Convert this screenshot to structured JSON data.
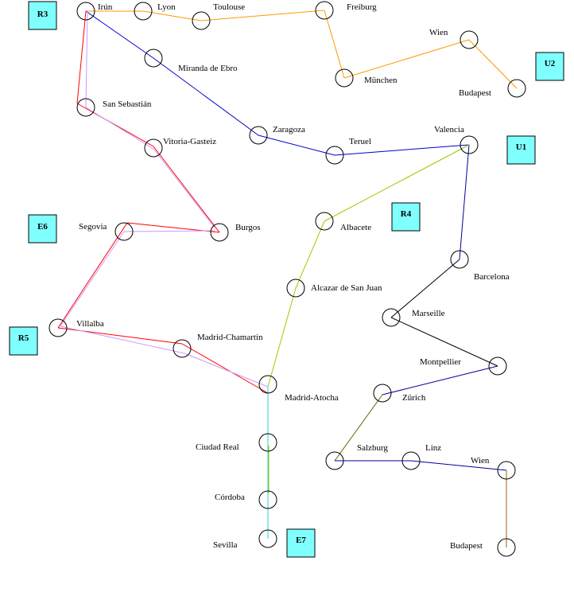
{
  "stations": {
    "irun": "Irún",
    "lyon": "Lyon",
    "toulouse": "Toulouse",
    "freiburg": "Freiburg",
    "wien_u2": "Wien",
    "munchen": "München",
    "budapest_u2": "Budapest",
    "miranda": "Miranda de Ebro",
    "sansebastian": "San Sebastián",
    "vitoria": "Vitoria-Gasteiz",
    "zaragoza": "Zaragoza",
    "teruel": "Teruel",
    "valencia": "Valencia",
    "segovia": "Segovia",
    "burgos": "Burgos",
    "albacete": "Albacete",
    "alcazar": "Alcazar de San Juan",
    "barcelona": "Barcelona",
    "marseille": "Marseille",
    "villalba": "Villalba",
    "chamartin": "Madrid-Chamartín",
    "montpellier": "Montpellier",
    "atocha": "Madrid-Atocha",
    "zurich": "Zürich",
    "ciudadreal": "Ciudad Real",
    "salzburg": "Salzburg",
    "linz": "Linz",
    "wien_u1": "Wien",
    "cordoba": "Córdoba",
    "sevilla": "Sevilla",
    "budapest_u1": "Budapest"
  },
  "routes": {
    "R3": "R3",
    "U2": "U2",
    "U1": "U1",
    "R4": "R4",
    "E6": "E6",
    "R5": "R5",
    "E7": "E7"
  },
  "colors": {
    "orange": "#ff9900",
    "blue": "#0000cc",
    "red": "#ff0000",
    "violet": "#cc99ff",
    "olive": "#99cc00",
    "navy": "#000099",
    "black": "#000000",
    "cyan": "#33cccc",
    "brown": "#996600"
  }
}
